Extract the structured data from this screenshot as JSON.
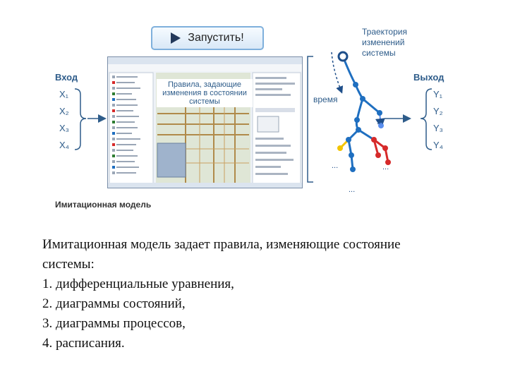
{
  "run_button": {
    "label": "Запустить!"
  },
  "input": {
    "title": "Вход",
    "vars": [
      "X₁",
      "X₂",
      "X₃",
      "X₄"
    ]
  },
  "output": {
    "title": "Выход",
    "vars": [
      "Y₁",
      "Y₂",
      "Y₃",
      "Y₄"
    ]
  },
  "model_window": {
    "overlay_text": [
      "Правила, задающие",
      "изменения в состоянии",
      "системы"
    ]
  },
  "model_caption": "Имитационная модель",
  "trajectory": {
    "label": [
      "Траектория",
      "изменений",
      "системы"
    ],
    "time_label": "время",
    "ellipsis": "..."
  },
  "body_lines": [
    "Имитационная модель задает правила, изменяющие состояние",
    "системы:",
    "1. дифференциальные уравнения,",
    "2. диаграммы состояний,",
    "3. диаграммы процессов,",
    "4. расписания."
  ],
  "colors": {
    "accent": "#2e5c8a",
    "blue_node": "#1f6fc0",
    "red_node": "#d62a2a",
    "yellow_node": "#f2c400",
    "light_blue_node": "#5b8ff0"
  }
}
